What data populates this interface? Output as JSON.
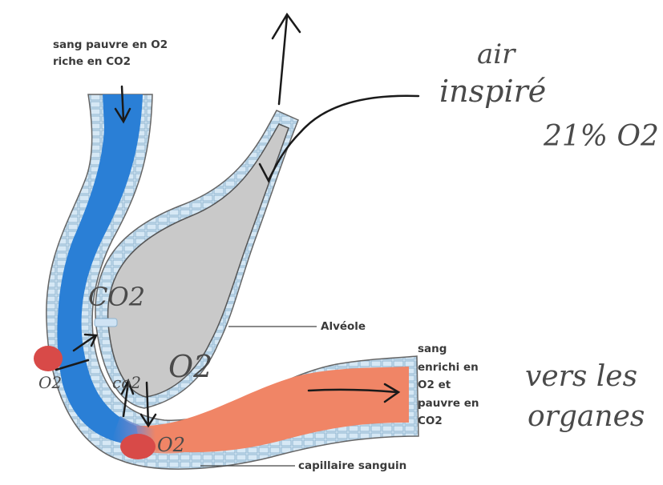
{
  "labels": {
    "blood_in_line1": "sang pauvre en O2",
    "blood_in_line2": "riche en CO2",
    "alveole": "Alvéole",
    "blood_out": [
      "sang",
      "enrichi en",
      "O2 et",
      "pauvre en",
      "CO2"
    ],
    "capillary": "capillaire sanguin"
  },
  "handwritten": {
    "air_line1": "air",
    "air_line2": "inspiré",
    "air_line3": "21% O2",
    "dest_line1": "vers les",
    "dest_line2": "organes",
    "co2_in_alveole": "CO2",
    "o2_in_alveole": "O2",
    "co2_small": "co2",
    "o2_bubble_left": "O2",
    "o2_bubble_bottom": "O2"
  },
  "colors": {
    "venous_blood": "#2a7fd6",
    "arterial_blood": "#f08566",
    "alveole_fill": "#c9c9c9",
    "wall_cells": "#cde2f2",
    "red_cell": "#d84a48"
  }
}
